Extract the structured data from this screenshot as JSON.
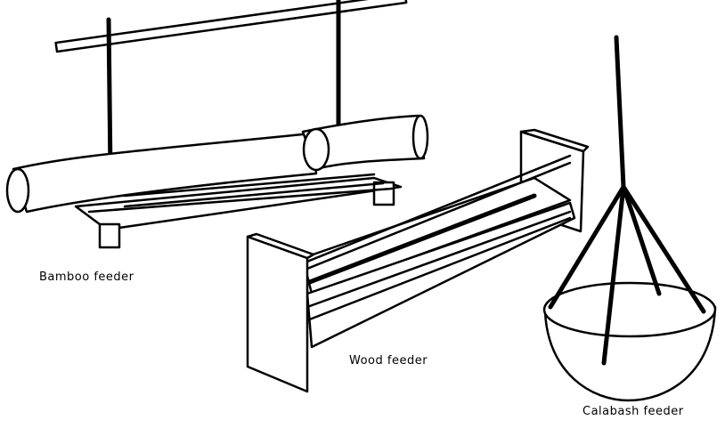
{
  "labels": {
    "bamboo": "Bamboo feeder",
    "wood": "Wood feeder",
    "calabash": "Calabash feeder"
  },
  "colors": {
    "ink": "#000000",
    "paper": "#ffffff"
  }
}
